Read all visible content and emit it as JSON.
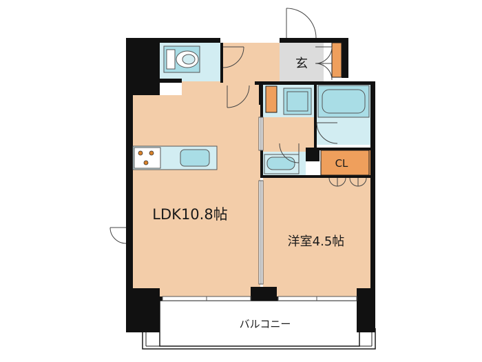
{
  "plan": {
    "rooms": {
      "ldk": "LDK10.8帖",
      "western": "洋室4.5帖",
      "entrance": "玄",
      "closet": "CL",
      "balcony": "バルコニー"
    },
    "colors": {
      "floor": "#f3cda9",
      "wet_area": "#d2edf2",
      "fixture": "#a9dde6",
      "closet": "#ef9f5c",
      "wall": "#111111",
      "entrance": "#dcdcdc",
      "balcony": "#ffffff"
    },
    "icons": [
      "toilet-icon",
      "kitchen-counter-icon",
      "washbasin-icon",
      "bathtub-icon",
      "washing-machine-pan-icon",
      "door-swing-icon"
    ]
  }
}
